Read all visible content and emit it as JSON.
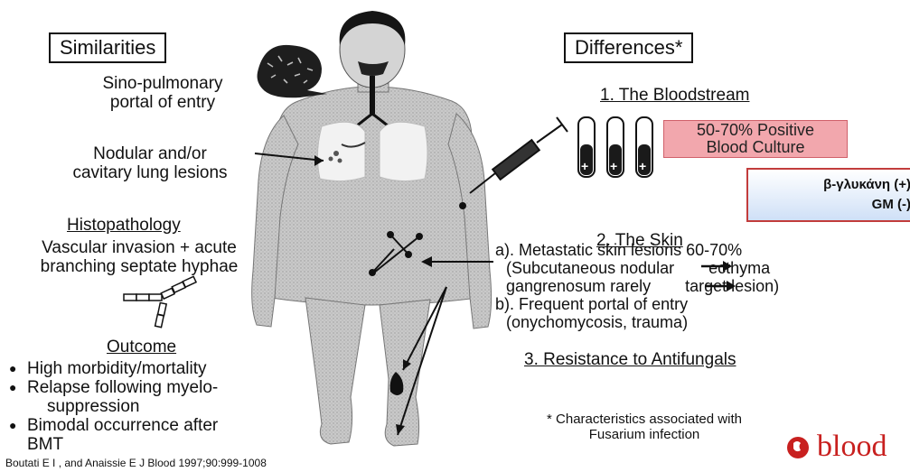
{
  "similarities": {
    "title": "Similarities",
    "portal_line1": "Sino-pulmonary",
    "portal_line2": "portal of entry",
    "nodular_line1": "Nodular and/or",
    "nodular_line2": "cavitary lung lesions",
    "histo_heading": "Histopathology",
    "histo_line1": "Vascular invasion + acute",
    "histo_line2": "branching septate hyphae",
    "outcome_heading": "Outcome",
    "outcome_items": [
      "High morbidity/mortality",
      "Relapse following myelo-",
      "suppression",
      "Bimodal occurrence after",
      "BMT"
    ]
  },
  "differences": {
    "title": "Differences*",
    "bloodstream_heading": "1. The Bloodstream",
    "culture_line1": "50-70% Positive",
    "culture_line2": "Blood Culture",
    "glucan": "β-γλυκάνη (+)",
    "gm": "GM (-)",
    "skin_heading": "2. The Skin",
    "skin_a1": "a). Metastatic skin lesions 60-70%",
    "skin_a2_pre": "(Subcutaneous nodular",
    "skin_a2_post": "ecthyma",
    "skin_a3_pre": "gangrenosum rarely",
    "skin_a3_post": "target lesion)",
    "skin_b1": "b). Frequent portal of entry",
    "skin_b2": "(onychomycosis, trauma)",
    "resistance_heading": "3. Resistance to Antifungals",
    "footnote_line1": "* Characteristics associated with",
    "footnote_line2": "Fusarium infection"
  },
  "citation": "Boutati E I , and Anaissie E J Blood 1997;90:999-1008",
  "brand": {
    "name": "blood",
    "color": "#c8201f"
  },
  "tubes": [
    "+",
    "+",
    "+"
  ]
}
